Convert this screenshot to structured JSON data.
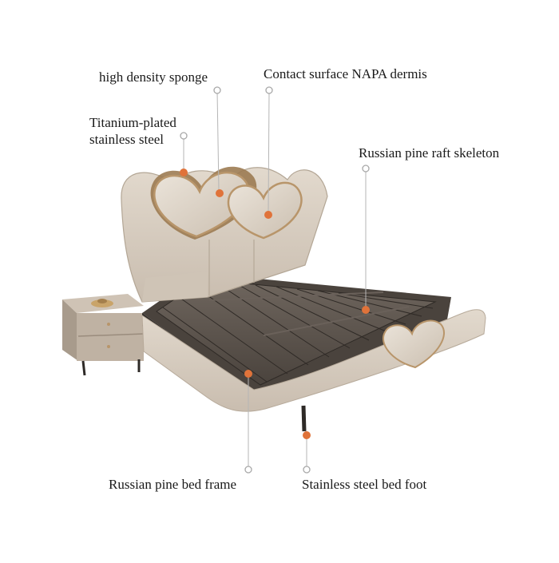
{
  "labels": {
    "high_density_sponge": "high density sponge",
    "contact_surface": "Contact surface NAPA dermis",
    "titanium_line1": "Titanium-plated",
    "titanium_line2": "stainless steel",
    "pine_raft_skeleton": "Russian pine raft skeleton",
    "pine_bed_frame": "Russian pine bed frame",
    "steel_bed_foot": "Stainless steel bed foot"
  },
  "colors": {
    "upholstery": "#d9cfc2",
    "upholstery_shadow": "#bdb1a3",
    "slat": "#5a524c",
    "frame_dark": "#3d3835",
    "gold_trim": "#b8956a",
    "accent_dot": "#e0733a",
    "leader_line": "#b5b5b5"
  }
}
